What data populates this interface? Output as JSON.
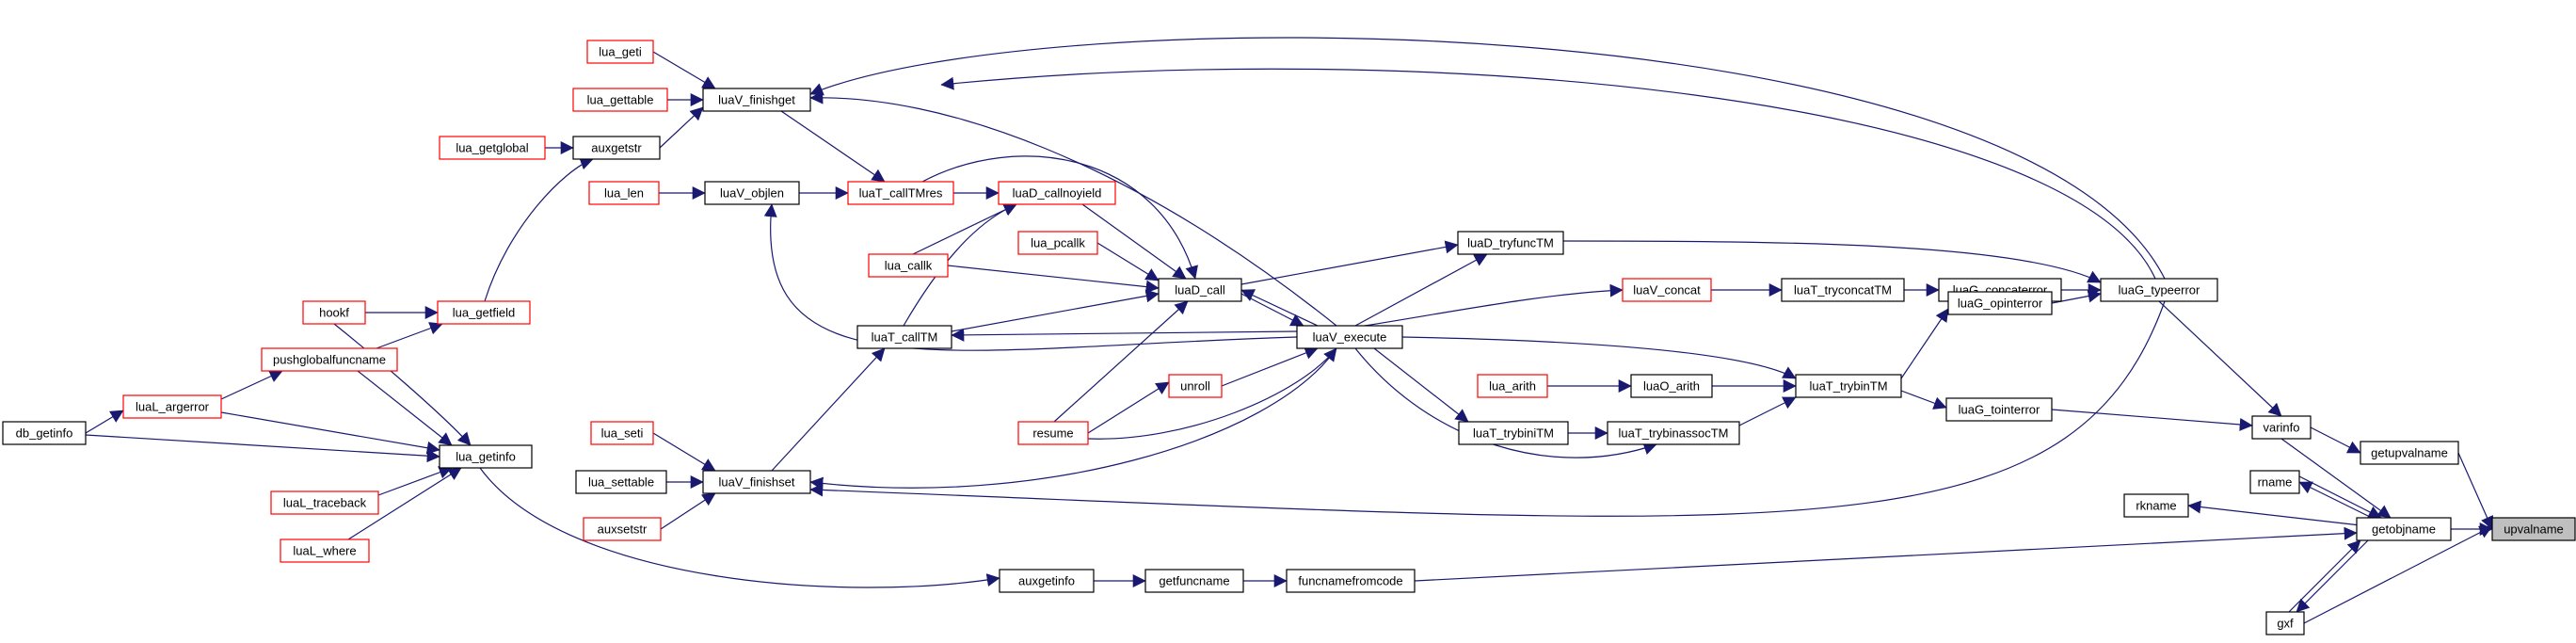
{
  "graph": {
    "edge_color": "#191970",
    "box_border_black": "#000000",
    "box_border_red": "#ff0000",
    "focus_fill": "#bfbfbf",
    "nodes": {
      "upvalname": {
        "label": "upvalname",
        "style": "focus"
      },
      "getupvalname": {
        "label": "getupvalname",
        "style": "black"
      },
      "getobjname": {
        "label": "getobjname",
        "style": "black"
      },
      "gxf": {
        "label": "gxf",
        "style": "black"
      },
      "rname": {
        "label": "rname",
        "style": "black"
      },
      "rkname": {
        "label": "rkname",
        "style": "black"
      },
      "varinfo": {
        "label": "varinfo",
        "style": "black"
      },
      "luaG_typeerror": {
        "label": "luaG_typeerror",
        "style": "black"
      },
      "luaG_concaterror": {
        "label": "luaG_concaterror",
        "style": "black"
      },
      "luaG_opinterror": {
        "label": "luaG_opinterror",
        "style": "black"
      },
      "luaG_tointerror": {
        "label": "luaG_tointerror",
        "style": "black"
      },
      "luaT_tryconcatTM": {
        "label": "luaT_tryconcatTM",
        "style": "black"
      },
      "luaV_concat": {
        "label": "luaV_concat",
        "style": "red"
      },
      "luaT_trybinTM": {
        "label": "luaT_trybinTM",
        "style": "black"
      },
      "luaO_arith": {
        "label": "luaO_arith",
        "style": "black"
      },
      "lua_arith": {
        "label": "lua_arith",
        "style": "red"
      },
      "luaT_trybinassocTM": {
        "label": "luaT_trybinassocTM",
        "style": "black"
      },
      "luaT_trybiniTM": {
        "label": "luaT_trybiniTM",
        "style": "black"
      },
      "luaD_tryfuncTM": {
        "label": "luaD_tryfuncTM",
        "style": "black"
      },
      "luaV_execute": {
        "label": "luaV_execute",
        "style": "black"
      },
      "luaD_call": {
        "label": "luaD_call",
        "style": "black"
      },
      "luaD_callnoyield": {
        "label": "luaD_callnoyield",
        "style": "red"
      },
      "lua_pcallk": {
        "label": "lua_pcallk",
        "style": "red"
      },
      "lua_callk": {
        "label": "lua_callk",
        "style": "red"
      },
      "luaT_callTM": {
        "label": "luaT_callTM",
        "style": "black"
      },
      "luaT_callTMres": {
        "label": "luaT_callTMres",
        "style": "red"
      },
      "unroll": {
        "label": "unroll",
        "style": "red"
      },
      "resume": {
        "label": "resume",
        "style": "red"
      },
      "luaV_finishget": {
        "label": "luaV_finishget",
        "style": "black"
      },
      "luaV_finishset": {
        "label": "luaV_finishset",
        "style": "black"
      },
      "luaV_objlen": {
        "label": "luaV_objlen",
        "style": "black"
      },
      "lua_len": {
        "label": "lua_len",
        "style": "red"
      },
      "lua_geti": {
        "label": "lua_geti",
        "style": "red"
      },
      "lua_gettable": {
        "label": "lua_gettable",
        "style": "red"
      },
      "auxgetstr": {
        "label": "auxgetstr",
        "style": "black"
      },
      "lua_getglobal": {
        "label": "lua_getglobal",
        "style": "red"
      },
      "lua_getfield": {
        "label": "lua_getfield",
        "style": "red"
      },
      "hookf": {
        "label": "hookf",
        "style": "red"
      },
      "pushglobalfuncname": {
        "label": "pushglobalfuncname",
        "style": "red"
      },
      "luaL_argerror": {
        "label": "luaL_argerror",
        "style": "red"
      },
      "db_getinfo": {
        "label": "db_getinfo",
        "style": "black"
      },
      "lua_getinfo": {
        "label": "lua_getinfo",
        "style": "black"
      },
      "luaL_traceback": {
        "label": "luaL_traceback",
        "style": "red"
      },
      "luaL_where": {
        "label": "luaL_where",
        "style": "red"
      },
      "lua_seti": {
        "label": "lua_seti",
        "style": "red"
      },
      "lua_settable": {
        "label": "lua_settable",
        "style": "black"
      },
      "auxsetstr": {
        "label": "auxsetstr",
        "style": "red"
      },
      "auxgetinfo": {
        "label": "auxgetinfo",
        "style": "black"
      },
      "getfuncname": {
        "label": "getfuncname",
        "style": "black"
      },
      "funcnamefromcode": {
        "label": "funcnamefromcode",
        "style": "black"
      }
    }
  }
}
